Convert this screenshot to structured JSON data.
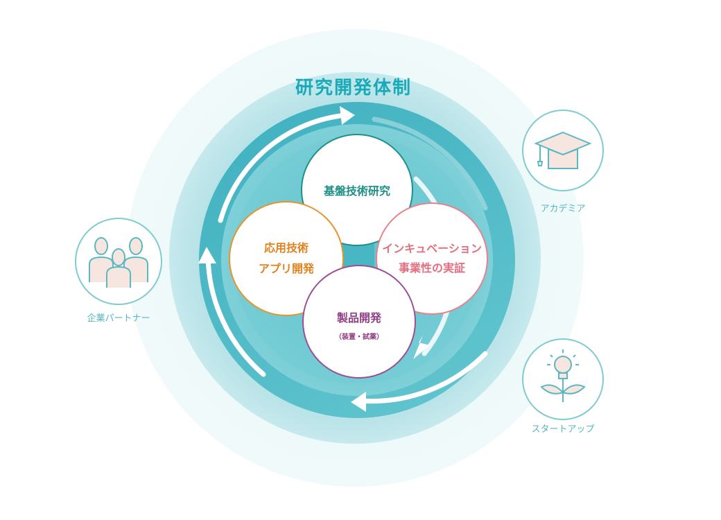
{
  "title": "研究開発体制",
  "nodes": {
    "top": {
      "label": "基盤技術研究"
    },
    "left": {
      "line1": "応用技術",
      "line2": "アプリ開発"
    },
    "right": {
      "line1": "インキュベーション",
      "line2": "事業性の実証"
    },
    "bottom": {
      "label": "製品開発",
      "sub": "（装置・試薬）"
    }
  },
  "stakeholders": {
    "academia": {
      "label": "アカデミア",
      "icon": "graduation-cap-icon"
    },
    "partners": {
      "label": "企業パートナー",
      "icon": "people-group-icon"
    },
    "startups": {
      "label": "スタートアップ",
      "icon": "lightbulb-sprout-icon"
    }
  },
  "colors": {
    "teal": "#1aa9b8",
    "core": "#1f8f87",
    "orange": "#e8932a",
    "pink": "#e9818d",
    "purple": "#9c4d93"
  }
}
